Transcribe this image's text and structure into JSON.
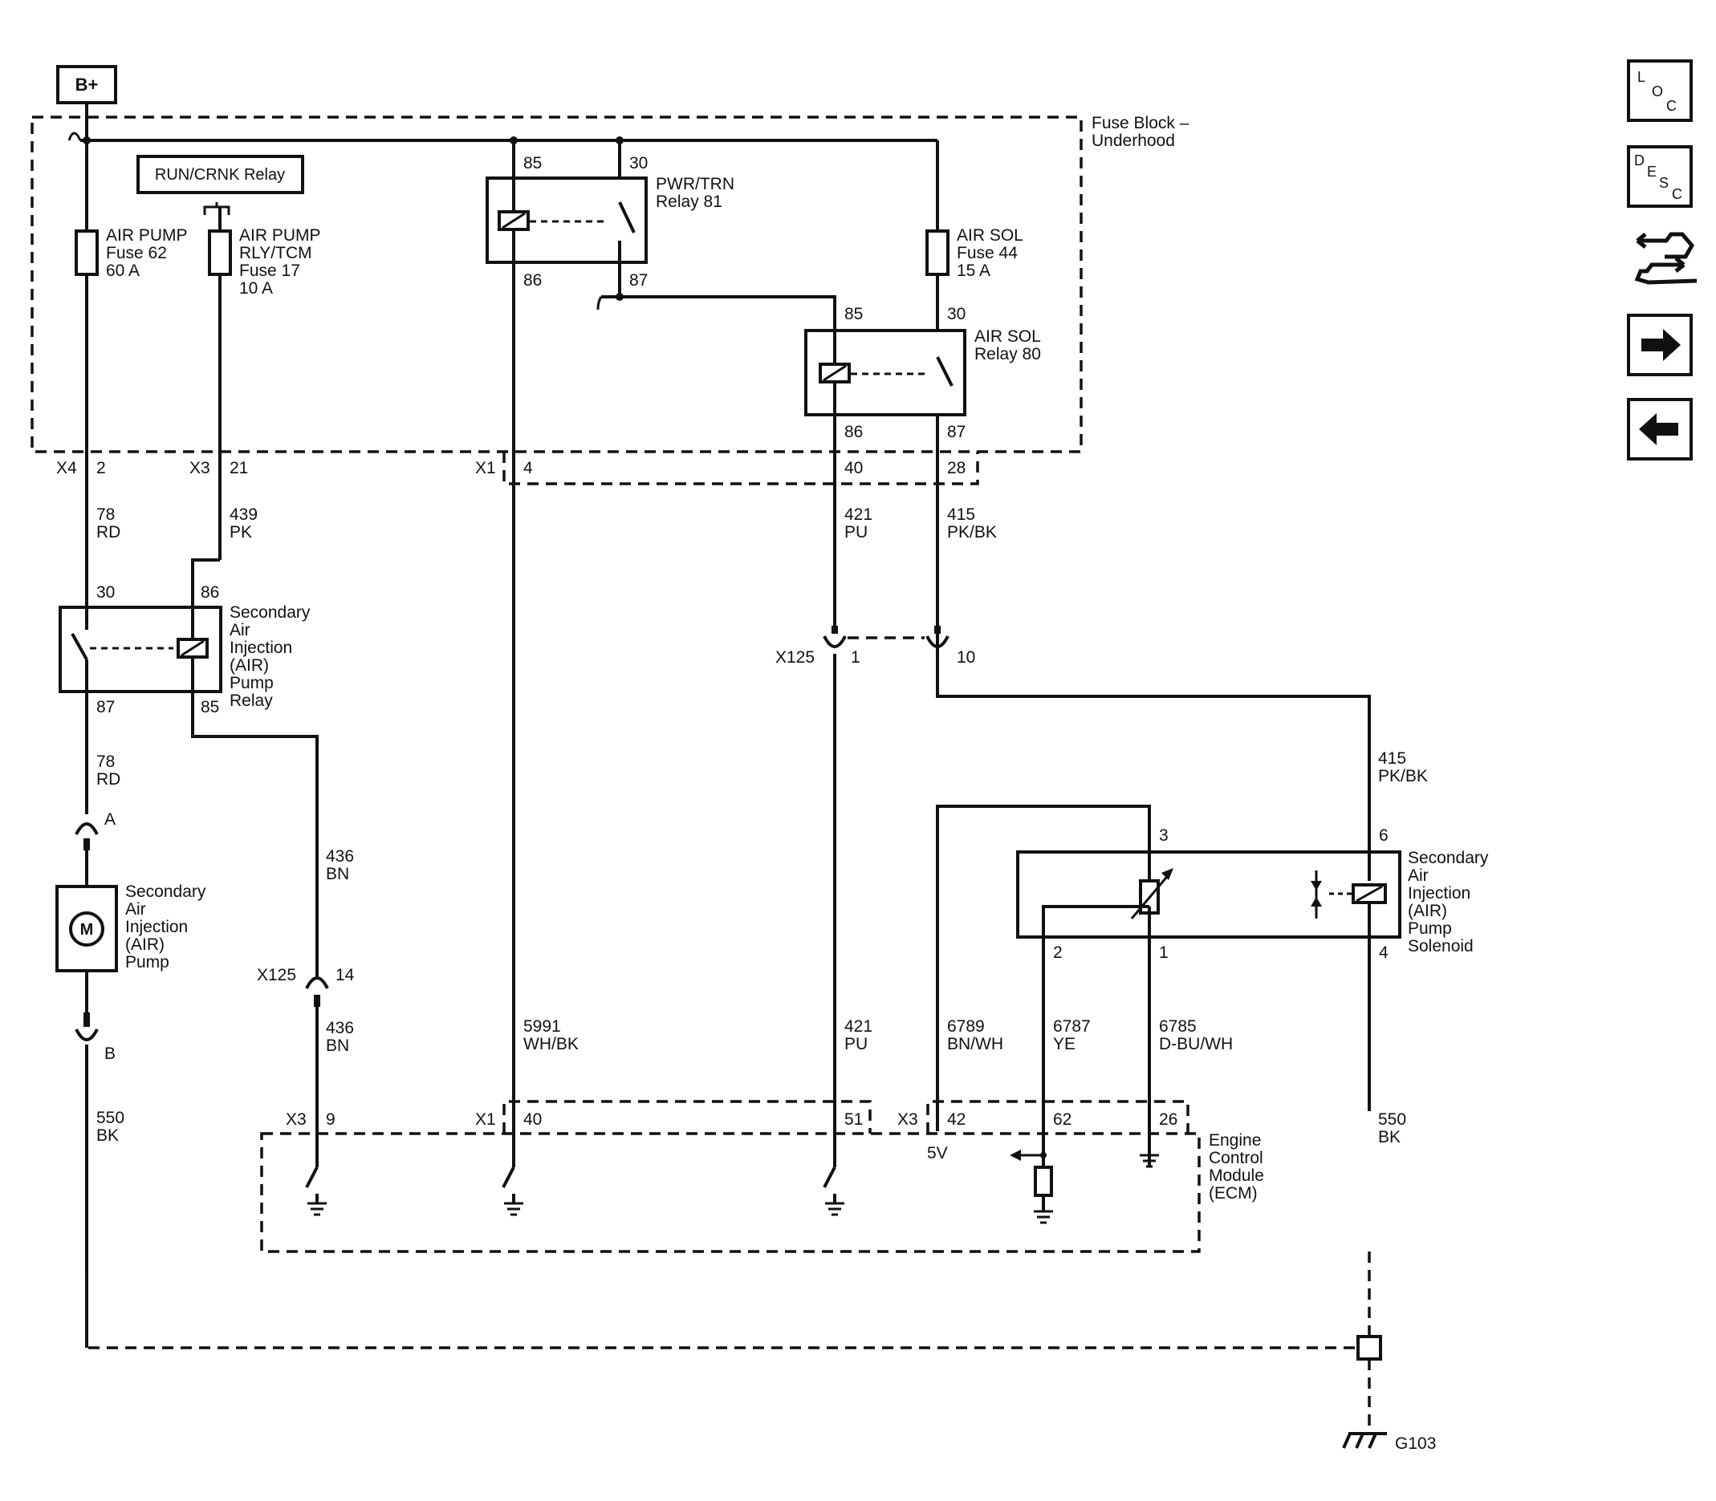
{
  "power": {
    "source": "B+"
  },
  "fuse_block": {
    "label_line1": "Fuse Block –",
    "label_line2": "Underhood",
    "run_crnk_relay": "RUN/CRNK Relay",
    "fuse_62": [
      "AIR PUMP",
      "Fuse 62",
      "60 A"
    ],
    "fuse_17": [
      "AIR PUMP",
      "RLY/TCM",
      "Fuse 17",
      "10 A"
    ],
    "fuse_44": [
      "AIR SOL",
      "Fuse 44",
      "15 A"
    ],
    "relay_81": {
      "label": [
        "PWR/TRN",
        "Relay 81"
      ],
      "pins": [
        "85",
        "30",
        "86",
        "87"
      ]
    },
    "relay_80": {
      "label": [
        "AIR SOL",
        "Relay 80"
      ],
      "pins": [
        "85",
        "30",
        "86",
        "87"
      ]
    },
    "connectors": {
      "x4": "X4",
      "x4_pin": "2",
      "x3": "X3",
      "x3_pin": "21",
      "x1": "X1",
      "x1_pin_a": "4",
      "x1_pin_b": "40",
      "x1_pin_c": "28"
    }
  },
  "wires": {
    "w78_top": [
      "78",
      "RD"
    ],
    "w439": [
      "439",
      "PK"
    ],
    "w421_top": [
      "421",
      "PU"
    ],
    "w415_top": [
      "415",
      "PK/BK"
    ],
    "w78_mid": [
      "78",
      "RD"
    ],
    "w415_right": [
      "415",
      "PK/BK"
    ],
    "w436_top": [
      "436",
      "BN"
    ],
    "w436_bot": [
      "436",
      "BN"
    ],
    "w5991": [
      "5991",
      "WH/BK"
    ],
    "w421_bot": [
      "421",
      "PU"
    ],
    "w6789": [
      "6789",
      "BN/WH"
    ],
    "w6787": [
      "6787",
      "YE"
    ],
    "w6785": [
      "6785",
      "D-BU/WH"
    ],
    "w550_left": [
      "550",
      "BK"
    ],
    "w550_right": [
      "550",
      "BK"
    ]
  },
  "pump_relay": {
    "label": [
      "Secondary",
      "Air",
      "Injection",
      "(AIR)",
      "Pump",
      "Relay"
    ],
    "pins": [
      "30",
      "86",
      "87",
      "85"
    ]
  },
  "inline_connectors": {
    "x125_top": "X125",
    "x125_pin1": "1",
    "x125_pin10": "10",
    "x125_mid": "X125",
    "x125_pin14": "14",
    "pump_a": "A",
    "pump_b": "B"
  },
  "pump": {
    "symbol": "M",
    "label": [
      "Secondary",
      "Air",
      "Injection",
      "(AIR)",
      "Pump"
    ]
  },
  "solenoid": {
    "label": [
      "Secondary",
      "Air",
      "Injection",
      "(AIR)",
      "Pump",
      "Solenoid"
    ],
    "pins": [
      "3",
      "6",
      "2",
      "1",
      "4"
    ]
  },
  "ecm": {
    "label": [
      "Engine",
      "Control",
      "Module",
      "(ECM)"
    ],
    "connectors": {
      "x3a": "X3",
      "pin9": "9",
      "x1": "X1",
      "pin40": "40",
      "pin51": "51",
      "x3b": "X3",
      "pin42": "42",
      "pin62": "62",
      "pin26": "26"
    },
    "ref_voltage": "5V"
  },
  "ground": {
    "label": "G103"
  },
  "nav": {
    "loc": [
      "L",
      "O",
      "C"
    ],
    "desc": [
      "D",
      "E",
      "S",
      "C"
    ],
    "icons": [
      "connector-icon",
      "right-arrow-icon",
      "left-arrow-icon"
    ]
  }
}
